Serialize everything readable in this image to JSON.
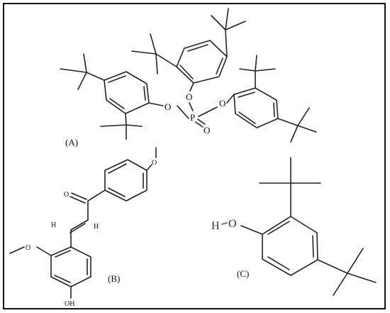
{
  "labels": {
    "a": "(A)",
    "b": "(B)",
    "c": "(C)"
  },
  "atoms": {
    "oxygen": "O",
    "phosphorus": "P",
    "hydrogen": "H",
    "hydroxyl": "OH",
    "methoxy": "O"
  },
  "colors": {
    "ink": "#222222",
    "frame": "#111111"
  }
}
